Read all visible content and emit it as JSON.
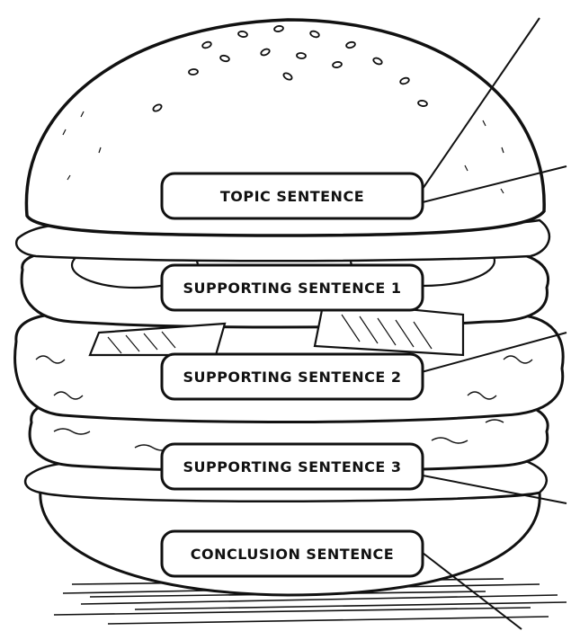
{
  "diagram": {
    "labels": [
      {
        "id": "topic",
        "text": "TOPIC SENTENCE"
      },
      {
        "id": "support1",
        "text": "SUPPORTING SENTENCE 1"
      },
      {
        "id": "support2",
        "text": "SUPPORTING SENTENCE 2"
      },
      {
        "id": "support3",
        "text": "SUPPORTING SENTENCE 3"
      },
      {
        "id": "conclusion",
        "text": "CONCLUSION SENTENCE"
      }
    ]
  }
}
